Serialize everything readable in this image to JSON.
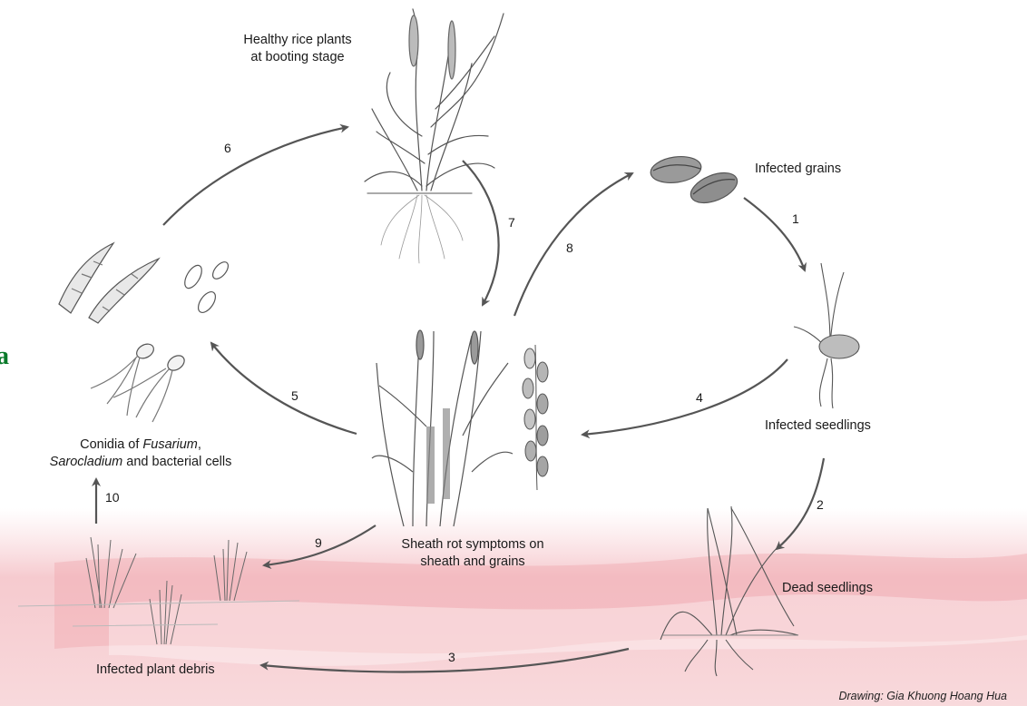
{
  "labels": {
    "healthy_line1": "Healthy rice plants",
    "healthy_line2": "at booting stage",
    "infected_grains": "Infected grains",
    "infected_seedlings": "Infected seedlings",
    "dead_seedlings": "Dead seedlings",
    "sheath_line1": "Sheath rot symptoms on",
    "sheath_line2": "sheath and grains",
    "conidia_pre": "Conidia of ",
    "conidia_fus": "Fusarium",
    "conidia_comma": ",",
    "conidia_saro": "Sarocladium",
    "conidia_post": " and bacterial cells",
    "debris": "Infected plant debris"
  },
  "steps": [
    "1",
    "2",
    "3",
    "4",
    "5",
    "6",
    "7",
    "8",
    "9",
    "10"
  ],
  "credit": "Drawing: Gia Khuong Hoang Hua",
  "edge_letter": "a",
  "colors": {
    "pink_band": "#f3b9bf",
    "ink": "#555555",
    "edge_letter": "#0a7a2a"
  }
}
